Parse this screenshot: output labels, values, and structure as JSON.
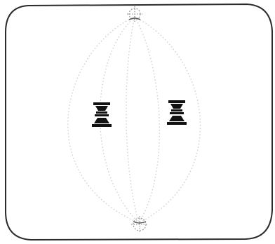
{
  "diagram": {
    "subject": "cell-division-spindle",
    "labels": [],
    "colors": {
      "cell_outline": "#2b2b2b",
      "spindle_fibers": "#cfcfcf",
      "chromosomes": "#111111",
      "centrosome": "#9a9a9a"
    },
    "structures": [
      "cell-membrane",
      "spindle-fibers",
      "centrosome-top",
      "centrosome-bottom",
      "chromosome-pair-left",
      "chromosome-pair-right"
    ]
  }
}
